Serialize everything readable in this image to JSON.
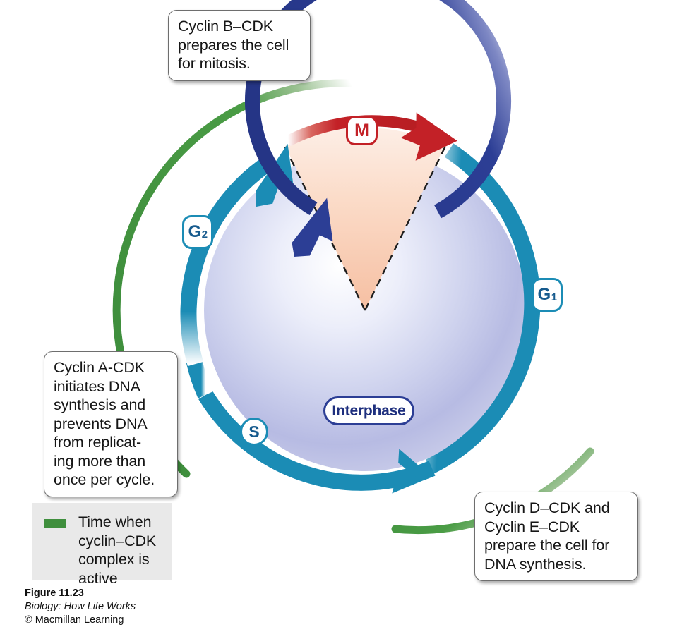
{
  "figure": {
    "title_lines": [
      "Figure 11.23",
      "Biology: How Life Works",
      "© Macmillan Learning"
    ],
    "figure_number": "Figure 11.23",
    "book_title": "Biology: How Life Works",
    "copyright": "© Macmillan Learning"
  },
  "colors": {
    "red": "#c32127",
    "cyan": "#1b8cb5",
    "green": "#3f8f3d",
    "dark_blue": "#2c3e95",
    "wedge_peach": "#f6c4ab",
    "sphere_lavender": "#b9bce2",
    "legend_background": "#e9e9e9",
    "callout_border": "#6e6e6e"
  },
  "callouts": [
    {
      "id": "callout-mitosis",
      "lines": [
        "Cyclin B–CDK",
        "prepares the cell",
        "for mitosis."
      ]
    },
    {
      "id": "callout-dna-synth",
      "lines": [
        "Cyclin A-CDK",
        "initiates DNA",
        "synthesis and",
        "prevents DNA",
        "from replicat-",
        "ing more than",
        "once per cycle."
      ]
    },
    {
      "id": "callout-prepare",
      "lines": [
        "Cyclin D–CDK and",
        "Cyclin E–CDK",
        "prepare the cell for",
        "DNA synthesis."
      ]
    }
  ],
  "legend": {
    "swatch_color": "#3f8f3d",
    "lines": [
      "Time when",
      "cyclin–CDK",
      "complex is",
      "active"
    ]
  },
  "phases": {
    "m": {
      "label": "M",
      "color": "#c32127",
      "shape": "rounded-square"
    },
    "g1": {
      "label": "G",
      "subscript": "1",
      "color": "#1b8cb5",
      "shape": "rounded-square"
    },
    "g2": {
      "label": "G",
      "subscript": "2",
      "color": "#1b8cb5",
      "shape": "rounded-square"
    },
    "s": {
      "label": "S",
      "color": "#1b8cb5",
      "shape": "circle"
    },
    "interphase": {
      "label": "Interphase",
      "color": "#2c3e95",
      "shape": "pill"
    }
  },
  "diagram": {
    "type": "cell-cycle-wheel",
    "description": "Circular cell cycle diagram with outer green activity arcs, a cyan phase ring (G1, S, G2) and a red M arc, an inner dark blue Interphase arrow ring, and a dashed peach wedge marking the M phase sector."
  }
}
